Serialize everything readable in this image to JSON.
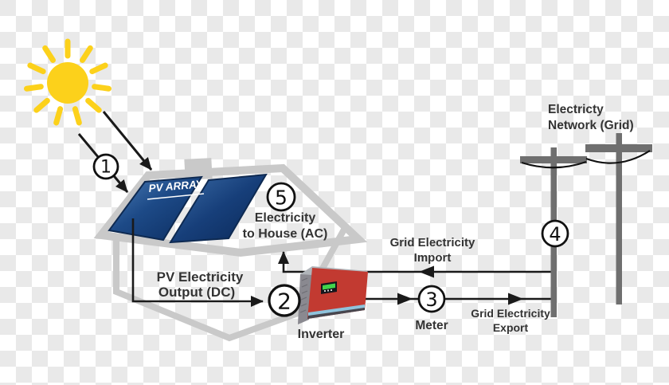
{
  "diagram": {
    "type": "solar-pv-system-flow",
    "steps": [
      "1",
      "2",
      "3",
      "4",
      "5"
    ],
    "labels": {
      "pv_array": "PV ARRAY",
      "pv_output_line1": "PV Electricity",
      "pv_output_line2": "Output (DC)",
      "to_house_line1": "Electricity",
      "to_house_line2": "to House (AC)",
      "inverter": "Inverter",
      "meter": "Meter",
      "grid_import_line1": "Grid Electricity",
      "grid_import_line2": "Import",
      "grid_export_line1": "Grid Electricity",
      "grid_export_line2": "Export",
      "network_line1": "Electricty",
      "network_line2": "Network (Grid)"
    },
    "colors": {
      "sun_yellow": "#fcd11b",
      "house_gray": "#c9c9c9",
      "panel_blue_light": "#4d7fb8",
      "panel_blue_dark": "#0b2c5f",
      "pole_gray": "#6f6f6f",
      "inverter_red": "#c23a31",
      "inverter_side_gray": "#8a8990",
      "inverter_top_gray": "#b0b4b9",
      "screen_green": "#41d34b",
      "stripe_blue": "#8fc3dc",
      "line_black": "#1a1a1a",
      "text_dark": "#333333",
      "checker_gray": "#e9e9e9"
    }
  }
}
